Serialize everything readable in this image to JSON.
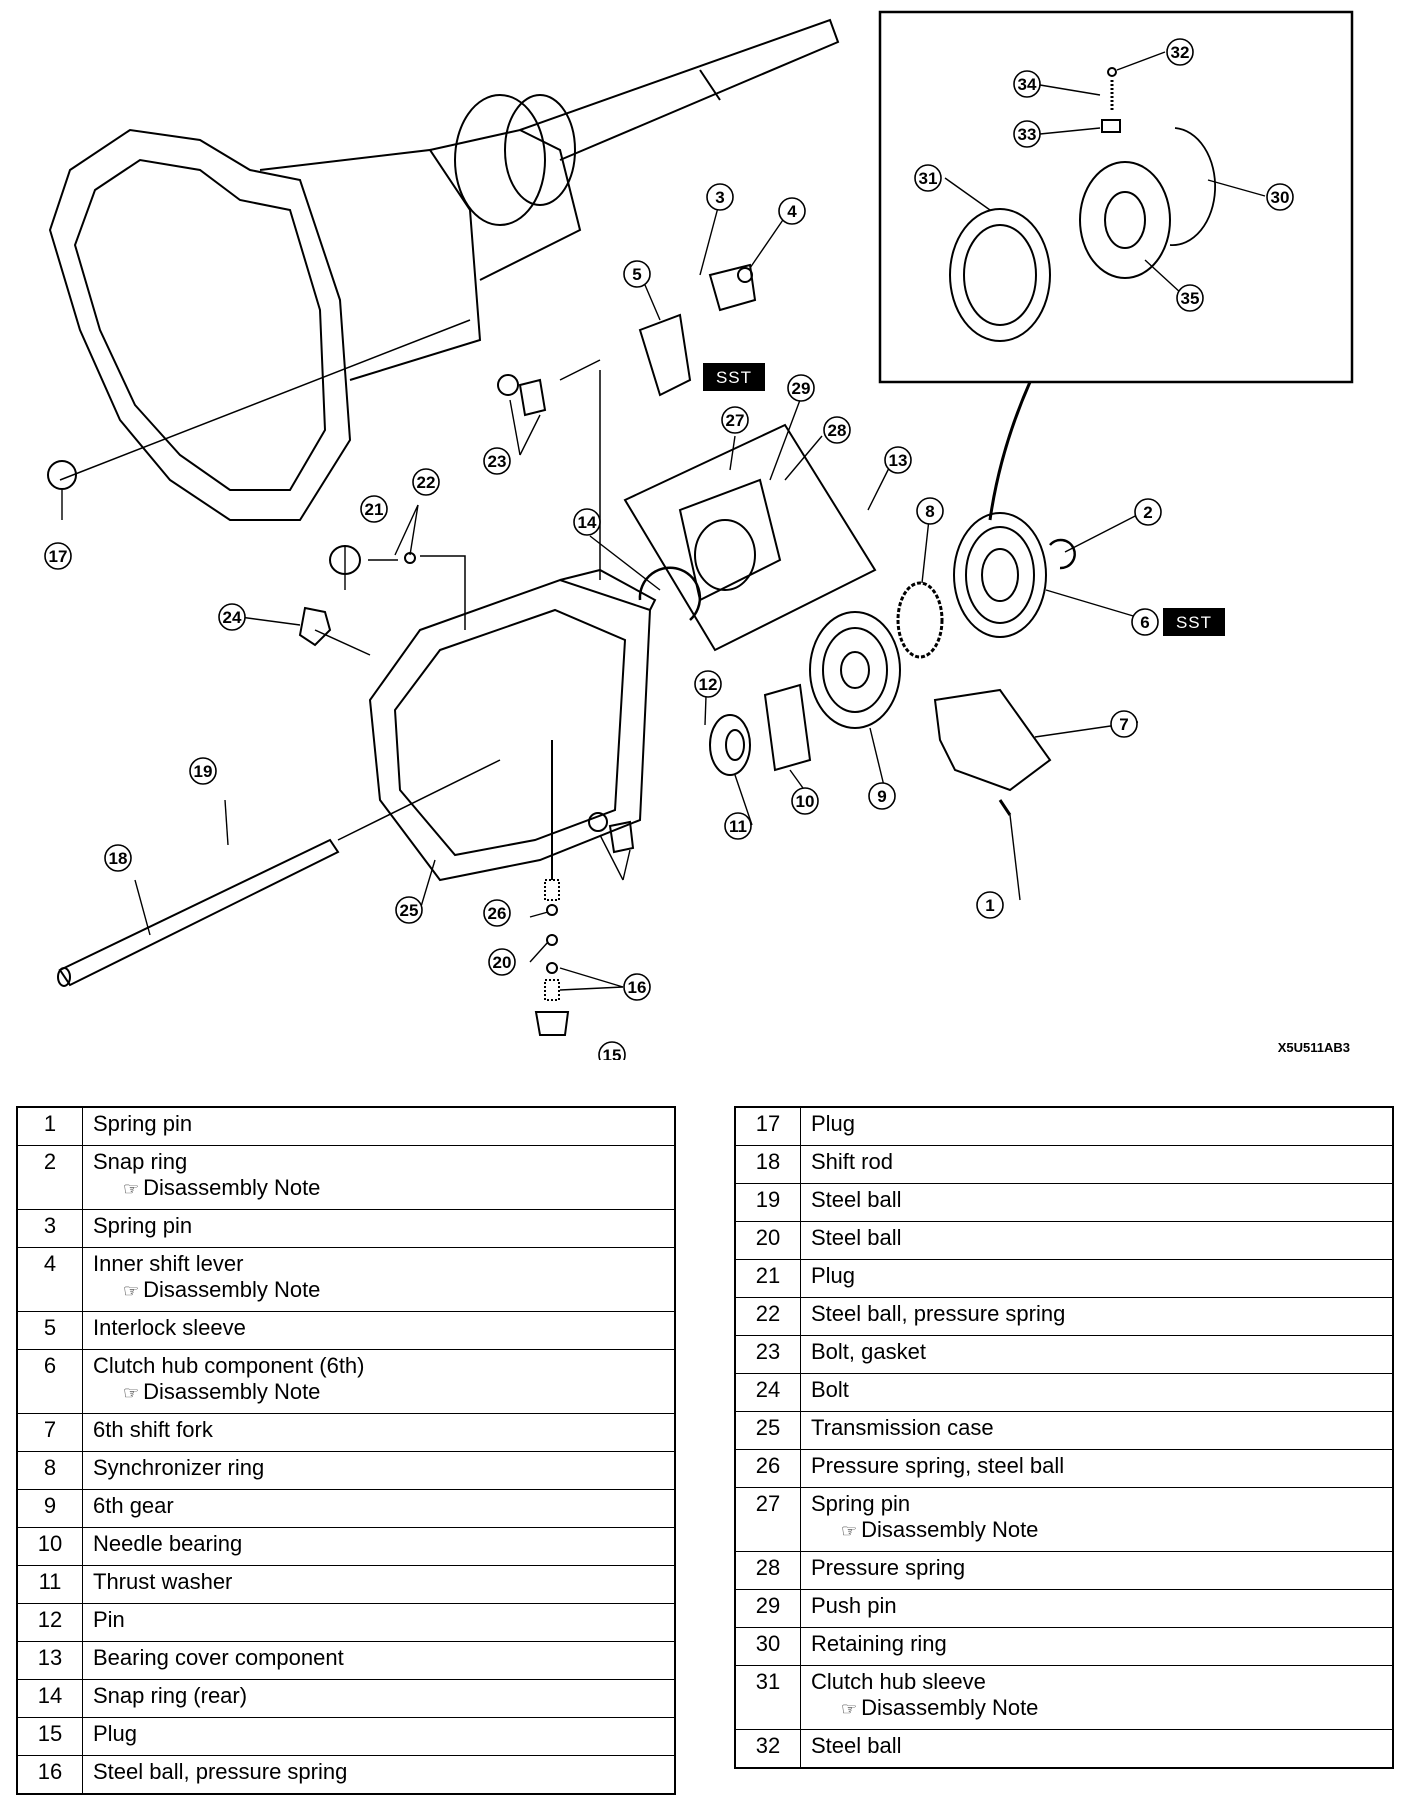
{
  "diagram": {
    "code": "X5U511AB3",
    "sst_label": "SST",
    "callouts": [
      "1",
      "2",
      "3",
      "4",
      "5",
      "6",
      "7",
      "8",
      "9",
      "10",
      "11",
      "12",
      "13",
      "14",
      "15",
      "16",
      "17",
      "18",
      "19",
      "20",
      "21",
      "22",
      "23",
      "24",
      "25",
      "26",
      "27",
      "28",
      "29",
      "30",
      "31",
      "32",
      "33",
      "34",
      "35"
    ]
  },
  "parts_left": [
    {
      "num": "1",
      "name": "Spring pin"
    },
    {
      "num": "2",
      "name": "Snap ring",
      "note": "Disassembly Note"
    },
    {
      "num": "3",
      "name": "Spring pin"
    },
    {
      "num": "4",
      "name": "Inner shift lever",
      "note": "Disassembly Note"
    },
    {
      "num": "5",
      "name": "Interlock sleeve"
    },
    {
      "num": "6",
      "name": "Clutch hub component (6th)",
      "note": "Disassembly Note"
    },
    {
      "num": "7",
      "name": "6th shift fork"
    },
    {
      "num": "8",
      "name": "Synchronizer ring"
    },
    {
      "num": "9",
      "name": "6th gear"
    },
    {
      "num": "10",
      "name": "Needle bearing"
    },
    {
      "num": "11",
      "name": "Thrust washer"
    },
    {
      "num": "12",
      "name": "Pin"
    },
    {
      "num": "13",
      "name": "Bearing cover component"
    },
    {
      "num": "14",
      "name": "Snap ring (rear)"
    },
    {
      "num": "15",
      "name": "Plug"
    },
    {
      "num": "16",
      "name": "Steel ball, pressure spring"
    }
  ],
  "parts_right": [
    {
      "num": "17",
      "name": "Plug"
    },
    {
      "num": "18",
      "name": "Shift rod"
    },
    {
      "num": "19",
      "name": "Steel ball"
    },
    {
      "num": "20",
      "name": "Steel ball"
    },
    {
      "num": "21",
      "name": "Plug"
    },
    {
      "num": "22",
      "name": "Steel ball, pressure spring"
    },
    {
      "num": "23",
      "name": "Bolt, gasket"
    },
    {
      "num": "24",
      "name": "Bolt"
    },
    {
      "num": "25",
      "name": "Transmission case"
    },
    {
      "num": "26",
      "name": "Pressure spring, steel ball"
    },
    {
      "num": "27",
      "name": "Spring pin",
      "note": "Disassembly Note"
    },
    {
      "num": "28",
      "name": "Pressure spring"
    },
    {
      "num": "29",
      "name": "Push pin"
    },
    {
      "num": "30",
      "name": "Retaining ring"
    },
    {
      "num": "31",
      "name": "Clutch hub sleeve",
      "note": "Disassembly Note"
    },
    {
      "num": "32",
      "name": "Steel ball"
    }
  ]
}
